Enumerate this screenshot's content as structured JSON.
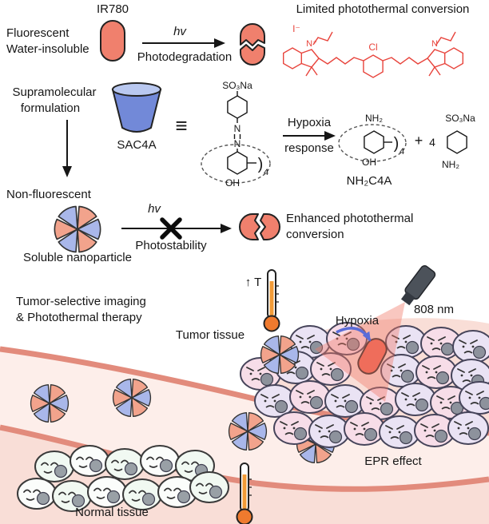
{
  "colors": {
    "capsule_red": "#f0806d",
    "structure_red": "#e8443c",
    "cup_blue": "#7289d8",
    "cup_blue_light": "#b9c8f0",
    "sector_salmon": "#f2a38c",
    "sector_blue": "#a9b7ea",
    "vessel_wall": "#e28b7c",
    "vessel_lumen": "#fdeeea",
    "tissue_pink": "#f9ded7",
    "tumor_cell_lavender": "#eae3f4",
    "tumor_cell_pink": "#f7dde8",
    "normal_cell_mint": "#f1f9f2",
    "nucleus_gray": "#8d929c",
    "laser_beam": "#f0796a",
    "laser_body": "#4c525a",
    "thermometer_orange": "#f29b38",
    "hypoxia_arrow_blue": "#5a6cd8"
  },
  "top": {
    "ir780": "IR780",
    "fluorescent": "Fluorescent",
    "water_insoluble": "Water-insoluble",
    "hv": "hv",
    "photodegradation": "Photodegradation",
    "limited": "Limited photothermal conversion",
    "iodide": "I⁻",
    "n_plus": "N⁺",
    "chlorine": "Cl",
    "n_right": "N"
  },
  "mid": {
    "supramolecular": "Supramolecular",
    "formulation": "formulation",
    "sac4a": "SAC4A",
    "equiv": "≡",
    "so3na": "SO₃Na",
    "azo_n1": "N",
    "azo_n2": "N",
    "oh": "OH",
    "paren": ")",
    "sub4": "4",
    "hypoxia": "Hypoxia",
    "response": "response",
    "nh2": "NH₂",
    "oh_product": "OH",
    "paren_product": ")",
    "sub4_product": "4",
    "nh2c4a": "NH₂C4A",
    "plus": "+",
    "coeff4": "4",
    "so3na_product": "SO₃Na",
    "nh2_product": "NH₂"
  },
  "lower": {
    "non_fluorescent": "Non-fluorescent",
    "hv": "hv",
    "photostability": "Photostability",
    "enhanced_line1": "Enhanced photothermal",
    "enhanced_line2": "conversion",
    "soluble": "Soluble nanoparticle"
  },
  "bottom": {
    "caption_line1": "Tumor-selective imaging",
    "caption_line2": "& Photothermal therapy",
    "tumor_tissue": "Tumor tissue",
    "temperature": "↑ T",
    "hypoxia": "Hypoxia",
    "wavelength": "808 nm",
    "epr": "EPR effect",
    "normal_tissue": "Normal tissue"
  }
}
